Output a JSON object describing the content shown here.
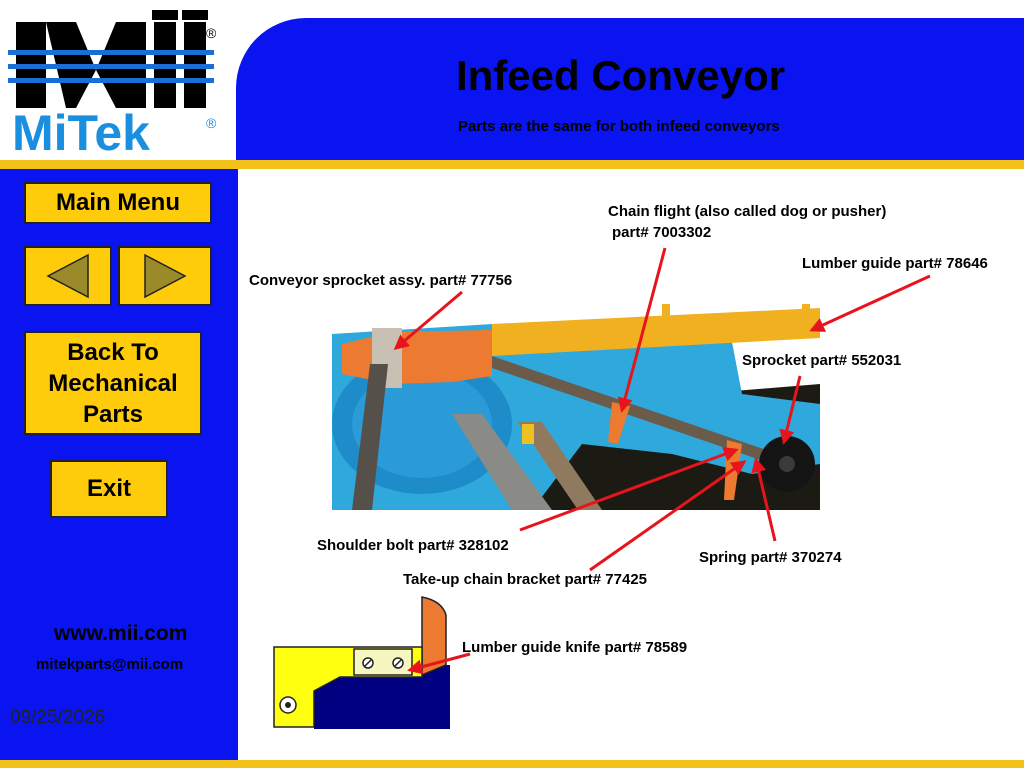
{
  "header": {
    "title": "Infeed Conveyor",
    "subtitle": "Parts are the same for both infeed conveyors"
  },
  "logo": {
    "top_text": "MII",
    "bottom_text": "MiTek",
    "registered": "®"
  },
  "nav": {
    "main_menu": "Main Menu",
    "prev_icon": "triangle-left-icon",
    "next_icon": "triangle-right-icon",
    "back_line1": "Back To",
    "back_line2": "Mechanical",
    "back_line3": "Parts",
    "exit": "Exit"
  },
  "footer": {
    "url": "www.mii.com",
    "email": "mitekparts@mii.com",
    "date": "09/25/2026"
  },
  "callouts": {
    "chain_flight_line1": "Chain flight (also called dog or pusher)",
    "chain_flight_line2": "part# 7003302",
    "lumber_guide": "Lumber guide part# 78646",
    "sprocket_assy": "Conveyor sprocket assy.  part# 77756",
    "sprocket": "Sprocket part# 552031",
    "shoulder_bolt": "Shoulder bolt part# 328102",
    "spring": "Spring part# 370274",
    "takeup_bracket": "Take-up chain bracket part# 77425",
    "knife": "Lumber guide knife part# 78589"
  },
  "colors": {
    "brand_blue": "#0a14f0",
    "button_yellow": "#ffcc0c",
    "gold_line": "#f2c21a",
    "arrow_red": "#e8141c"
  }
}
